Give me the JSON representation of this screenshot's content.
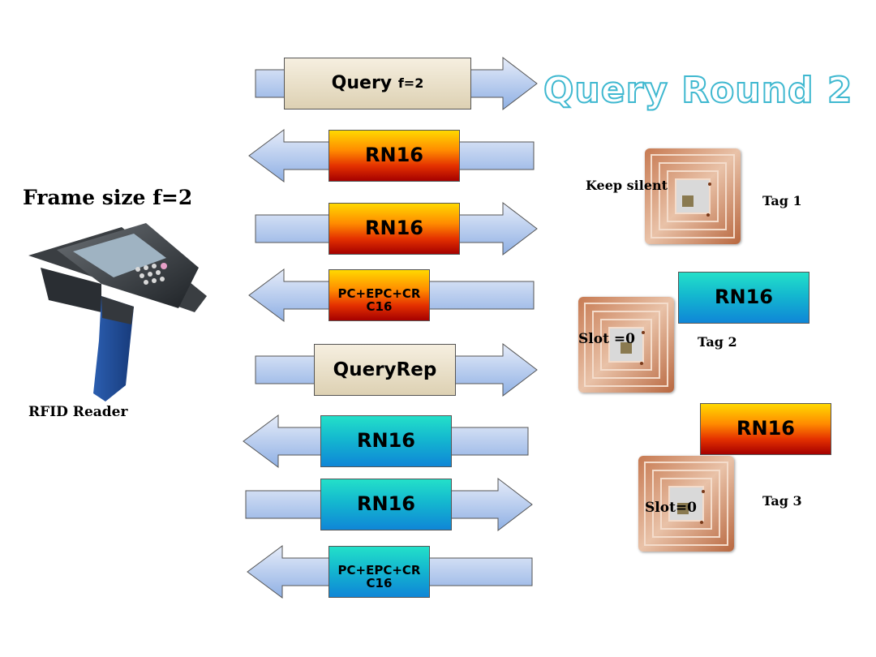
{
  "title": "Query Round 2",
  "reader": {
    "frame_label": "Frame size f=2",
    "caption": "RFID Reader"
  },
  "messages": [
    {
      "id": "m1",
      "direction": "to-tags",
      "label": "Query",
      "sub": "f=2",
      "style": "beige"
    },
    {
      "id": "m2",
      "direction": "to-reader",
      "label": "RN16",
      "style": "warm"
    },
    {
      "id": "m3",
      "direction": "to-tags",
      "label": "RN16",
      "style": "warm"
    },
    {
      "id": "m4",
      "direction": "to-reader",
      "label": "PC+EPC+CR C16",
      "style": "warm"
    },
    {
      "id": "m5",
      "direction": "to-tags",
      "label": "QueryRep",
      "style": "beige"
    },
    {
      "id": "m6",
      "direction": "to-reader",
      "label": "RN16",
      "style": "cool"
    },
    {
      "id": "m7",
      "direction": "to-tags",
      "label": "RN16",
      "style": "cool"
    },
    {
      "id": "m8",
      "direction": "to-reader",
      "label": "PC+EPC+CR C16",
      "style": "cool"
    }
  ],
  "tags": [
    {
      "name": "Tag 1",
      "status": "Keep silent"
    },
    {
      "name": "Tag 2",
      "status": "Slot =0",
      "reply": "RN16"
    },
    {
      "name": "Tag 3",
      "status": "Slot=0",
      "reply": "RN16"
    }
  ],
  "colors": {
    "title": "#3fb8d0",
    "arrow_fill_top": "#dde6f8",
    "arrow_fill_bottom": "#8eb1e6"
  }
}
